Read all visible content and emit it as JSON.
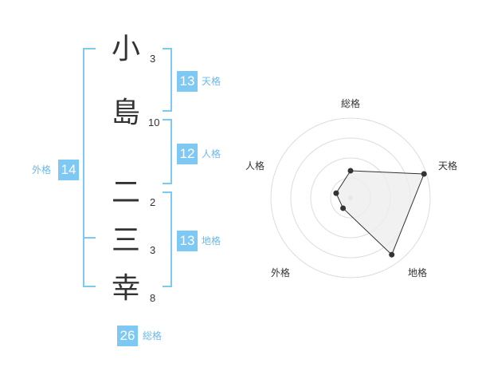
{
  "name_chars": [
    {
      "char": "小",
      "strokes": "3"
    },
    {
      "char": "島",
      "strokes": "10"
    },
    {
      "char": "二",
      "strokes": "2"
    },
    {
      "char": "三",
      "strokes": "3"
    },
    {
      "char": "幸",
      "strokes": "8"
    }
  ],
  "fortunes": {
    "tenkaku": {
      "value": "13",
      "label": "天格"
    },
    "jinkaku": {
      "value": "12",
      "label": "人格"
    },
    "chikaku": {
      "value": "13",
      "label": "地格"
    },
    "gaikaku": {
      "value": "14",
      "label": "外格"
    },
    "soukaku": {
      "value": "26",
      "label": "総格"
    }
  },
  "radar": {
    "axes": [
      "総格",
      "天格",
      "地格",
      "外格",
      "人格"
    ],
    "values": [
      0.34,
      0.97,
      0.88,
      0.16,
      0.19
    ],
    "colors": {
      "fill": "#eeeeee",
      "stroke": "#333333",
      "grid": "#dddddd",
      "point": "#333333"
    }
  },
  "colors": {
    "accent": "#7ec8f4",
    "accent_text": "#6ab9ea"
  }
}
